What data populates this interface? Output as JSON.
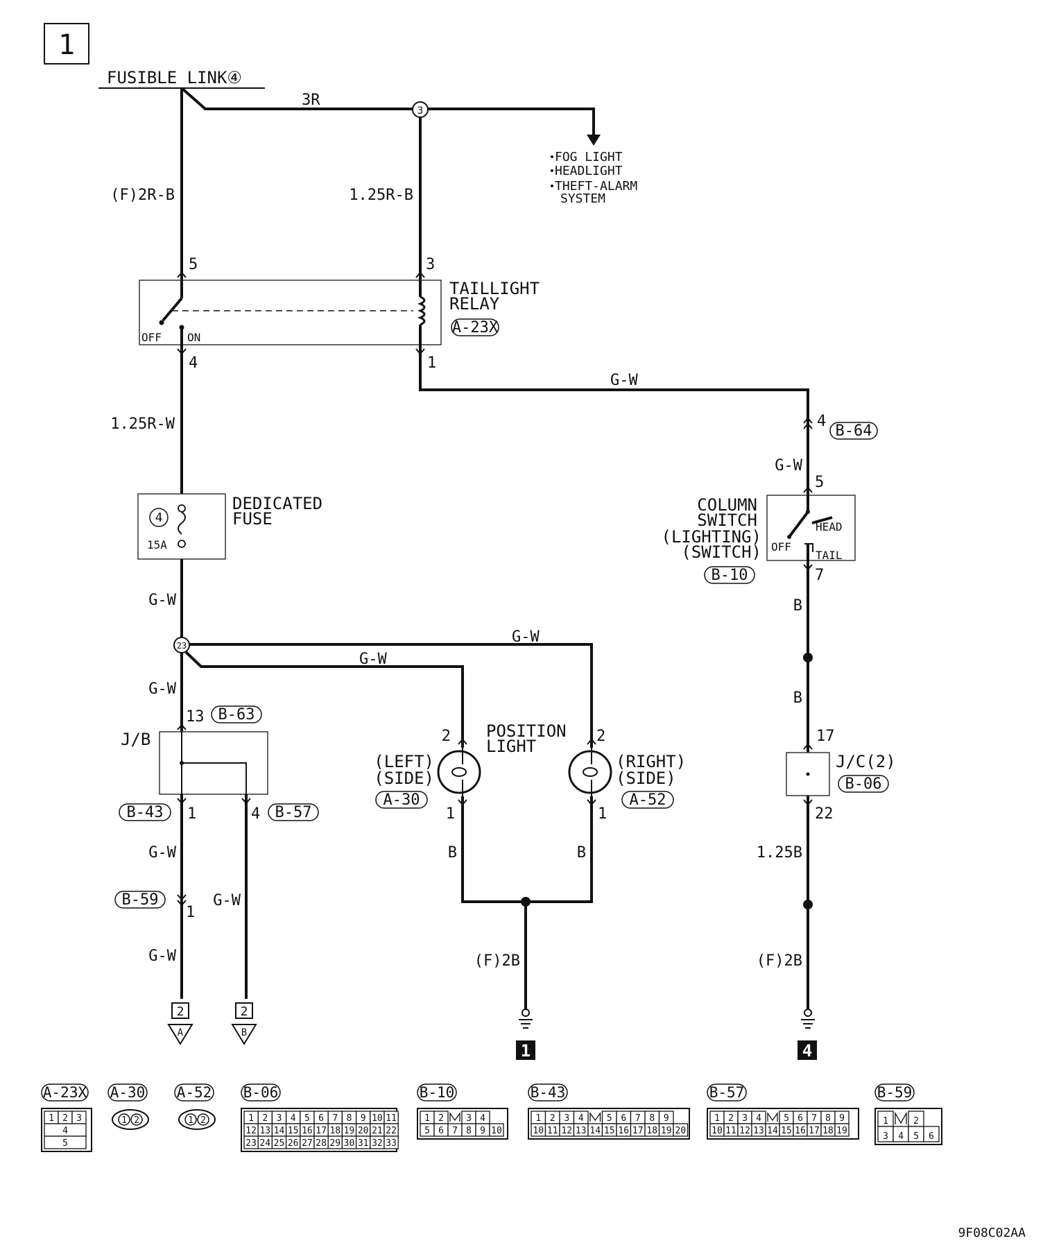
{
  "page_number": "1",
  "power_source": {
    "fusible_link": "FUSIBLE LINK④",
    "main_wire": "3R",
    "junction": "3"
  },
  "destinations": [
    "FOG LIGHT",
    "HEADLIGHT",
    "THEFT-ALARM",
    "SYSTEM"
  ],
  "wires": {
    "relay_feed_left": "(F)2R-B",
    "relay_feed_right": "1.25R-B",
    "relay_out": "1.25R-W",
    "coil_to_switch": "G-W",
    "switch_in": "G-W",
    "fuse_out": "G-W",
    "jb_in": "G-W",
    "left_light_feed": "G-W",
    "right_light_feed": "G-W",
    "jb_out_left_1": "G-W",
    "jb_out_left_2": "G-W",
    "jb_out_right": "G-W",
    "switch_out_1": "B",
    "switch_out_2": "B",
    "jc_out": "1.25B",
    "left_light_ground": "B",
    "right_light_ground": "B",
    "ground_left": "(F)2B",
    "ground_right": "(F)2B"
  },
  "relay": {
    "name_line1": "TAILLIGHT",
    "name_line2": "RELAY",
    "connector": "A-23X",
    "off_label": "OFF",
    "on_label": "ON",
    "pins": {
      "top_left": "5",
      "top_right": "3",
      "bottom_left": "4",
      "bottom_right": "1"
    }
  },
  "fuse": {
    "name_line1": "DEDICATED",
    "name_line2": "FUSE",
    "number": "4",
    "rating": "15A"
  },
  "column_switch": {
    "name_line1": "COLUMN",
    "name_line2": "SWITCH",
    "name_line3": "(LIGHTING)",
    "name_line4": "(SWITCH)",
    "connector": "B-10",
    "head_label": "HEAD",
    "off_label": "OFF",
    "tail_label": "TAIL",
    "pin_in": "5",
    "pin_out": "7",
    "upstream_pin": "4",
    "upstream_connector": "B-64"
  },
  "junction_23": "23",
  "jb": {
    "name": "J/B",
    "pin_in": "13",
    "connector_in": "B-63",
    "pin_out_left": "1",
    "connector_out_left": "B-43",
    "pin_out_right": "4",
    "connector_out_right": "B-57"
  },
  "b59": {
    "connector": "B-59",
    "pin": "1"
  },
  "position_light": {
    "name_line1": "POSITION",
    "name_line2": "LIGHT",
    "left_label_line1": "(LEFT)",
    "left_label_line2": "(SIDE)",
    "right_label_line1": "(RIGHT)",
    "right_label_line2": "(SIDE)",
    "left_connector": "A-30",
    "right_connector": "A-52",
    "left_pin_top": "2",
    "left_pin_bottom": "1",
    "right_pin_top": "2",
    "right_pin_bottom": "1"
  },
  "jc": {
    "name": "J/C(2)",
    "connector": "B-06",
    "pin_in": "17",
    "pin_out": "22"
  },
  "offpage": {
    "left_page": "2",
    "left_letter": "A",
    "right_page": "2",
    "right_letter": "B"
  },
  "grounds": {
    "left": "1",
    "right": "4"
  },
  "connector_views": [
    {
      "id": "A-23X",
      "rows": [
        [
          "1",
          "2",
          "3"
        ],
        [
          "4"
        ],
        [
          "5"
        ]
      ]
    },
    {
      "id": "A-30",
      "rows": [
        [
          "1",
          "2"
        ]
      ]
    },
    {
      "id": "A-52",
      "rows": [
        [
          "1",
          "2"
        ]
      ]
    },
    {
      "id": "B-06",
      "rows": [
        [
          "1",
          "2",
          "3",
          "4",
          "5",
          "6",
          "7",
          "8",
          "9",
          "10",
          "11"
        ],
        [
          "12",
          "13",
          "14",
          "15",
          "16",
          "17",
          "18",
          "19",
          "20",
          "21",
          "22"
        ],
        [
          "23",
          "24",
          "25",
          "26",
          "27",
          "28",
          "29",
          "30",
          "31",
          "32",
          "33"
        ]
      ]
    },
    {
      "id": "B-10",
      "rows": [
        [
          "1",
          "2",
          "",
          "3",
          "4"
        ],
        [
          "5",
          "6",
          "7",
          "8",
          "9",
          "10"
        ]
      ]
    },
    {
      "id": "B-43",
      "rows": [
        [
          "1",
          "2",
          "3",
          "4",
          "",
          "5",
          "6",
          "7",
          "8",
          "9"
        ],
        [
          "10",
          "11",
          "12",
          "13",
          "14",
          "15",
          "16",
          "17",
          "18",
          "19",
          "20"
        ]
      ]
    },
    {
      "id": "B-57",
      "rows": [
        [
          "1",
          "2",
          "3",
          "4",
          "",
          "5",
          "6",
          "7",
          "8",
          "9"
        ],
        [
          "10",
          "11",
          "12",
          "13",
          "14",
          "15",
          "16",
          "17",
          "18",
          "19"
        ]
      ]
    },
    {
      "id": "B-59",
      "rows": [
        [
          "1",
          "",
          "2"
        ],
        [
          "3",
          "4",
          "5",
          "6"
        ]
      ]
    }
  ],
  "figure_code": "9F08C02AA"
}
